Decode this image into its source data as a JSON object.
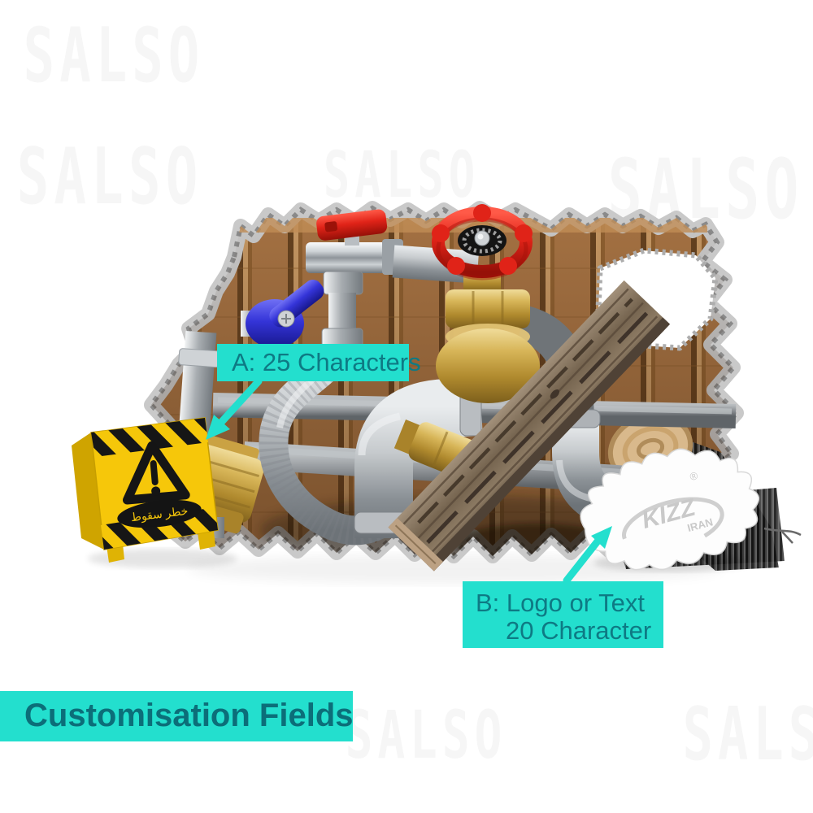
{
  "banner": {
    "label": "Customisation Fields"
  },
  "callouts": {
    "a": {
      "label": "A: 25 Characters"
    },
    "b": {
      "line1": "B: Logo or Text",
      "line2": "20 Character"
    }
  },
  "watermark": {
    "text": "SALSO"
  },
  "product": {
    "description": "Broken-wall 3D sticker with plumbing pipes and valves",
    "warning_sign_text": "خطر سقوط",
    "logo_plate": {
      "brand": "KIZZ",
      "country": "IRAN",
      "registered": "®"
    }
  },
  "colors": {
    "teal": "#23dfce",
    "teal_dark": "#0e7a84",
    "banner_text": "#0c6e79",
    "yellow": "#f6c70a",
    "red": "#e02318",
    "blue": "#3434d8",
    "brass": "#c9a243",
    "steel": "#aeb4b8",
    "wood": "#a57243",
    "plank": "#75644f"
  }
}
